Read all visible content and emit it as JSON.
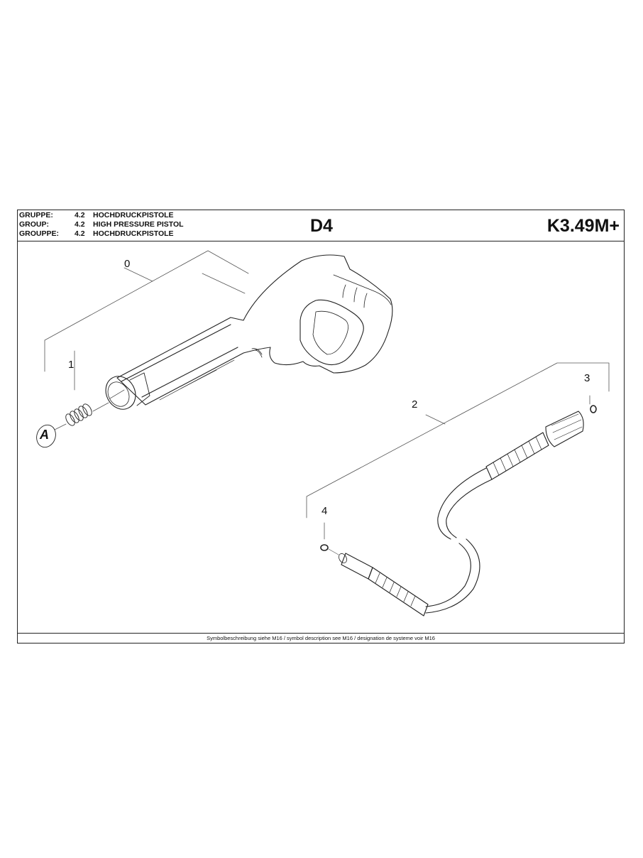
{
  "header": {
    "groups": [
      {
        "label": "GRUPPE:",
        "number": "4.2",
        "name": "HOCHDRUCKPISTOLE"
      },
      {
        "label": "GROUP:",
        "number": "4.2",
        "name": "HIGH PRESSURE PISTOL"
      },
      {
        "label": "GROUPPE:",
        "number": "4.2",
        "name": "HOCHDRUCKPISTOLE"
      }
    ],
    "sheet_id": "D4",
    "model": "K3.49M+"
  },
  "callouts": [
    {
      "id": "0",
      "part": "high-pressure-pistol"
    },
    {
      "id": "1",
      "part": "spring"
    },
    {
      "id": "2",
      "part": "high-pressure-hose"
    },
    {
      "id": "3",
      "part": "o-ring-hose-end"
    },
    {
      "id": "4",
      "part": "o-ring-hose-nipple"
    }
  ],
  "symbols": {
    "marker_a": "A"
  },
  "footer": {
    "text": "Symbolbeschreibung siehe M16 / symbol description see M16 / designation de systeme voir M16"
  }
}
